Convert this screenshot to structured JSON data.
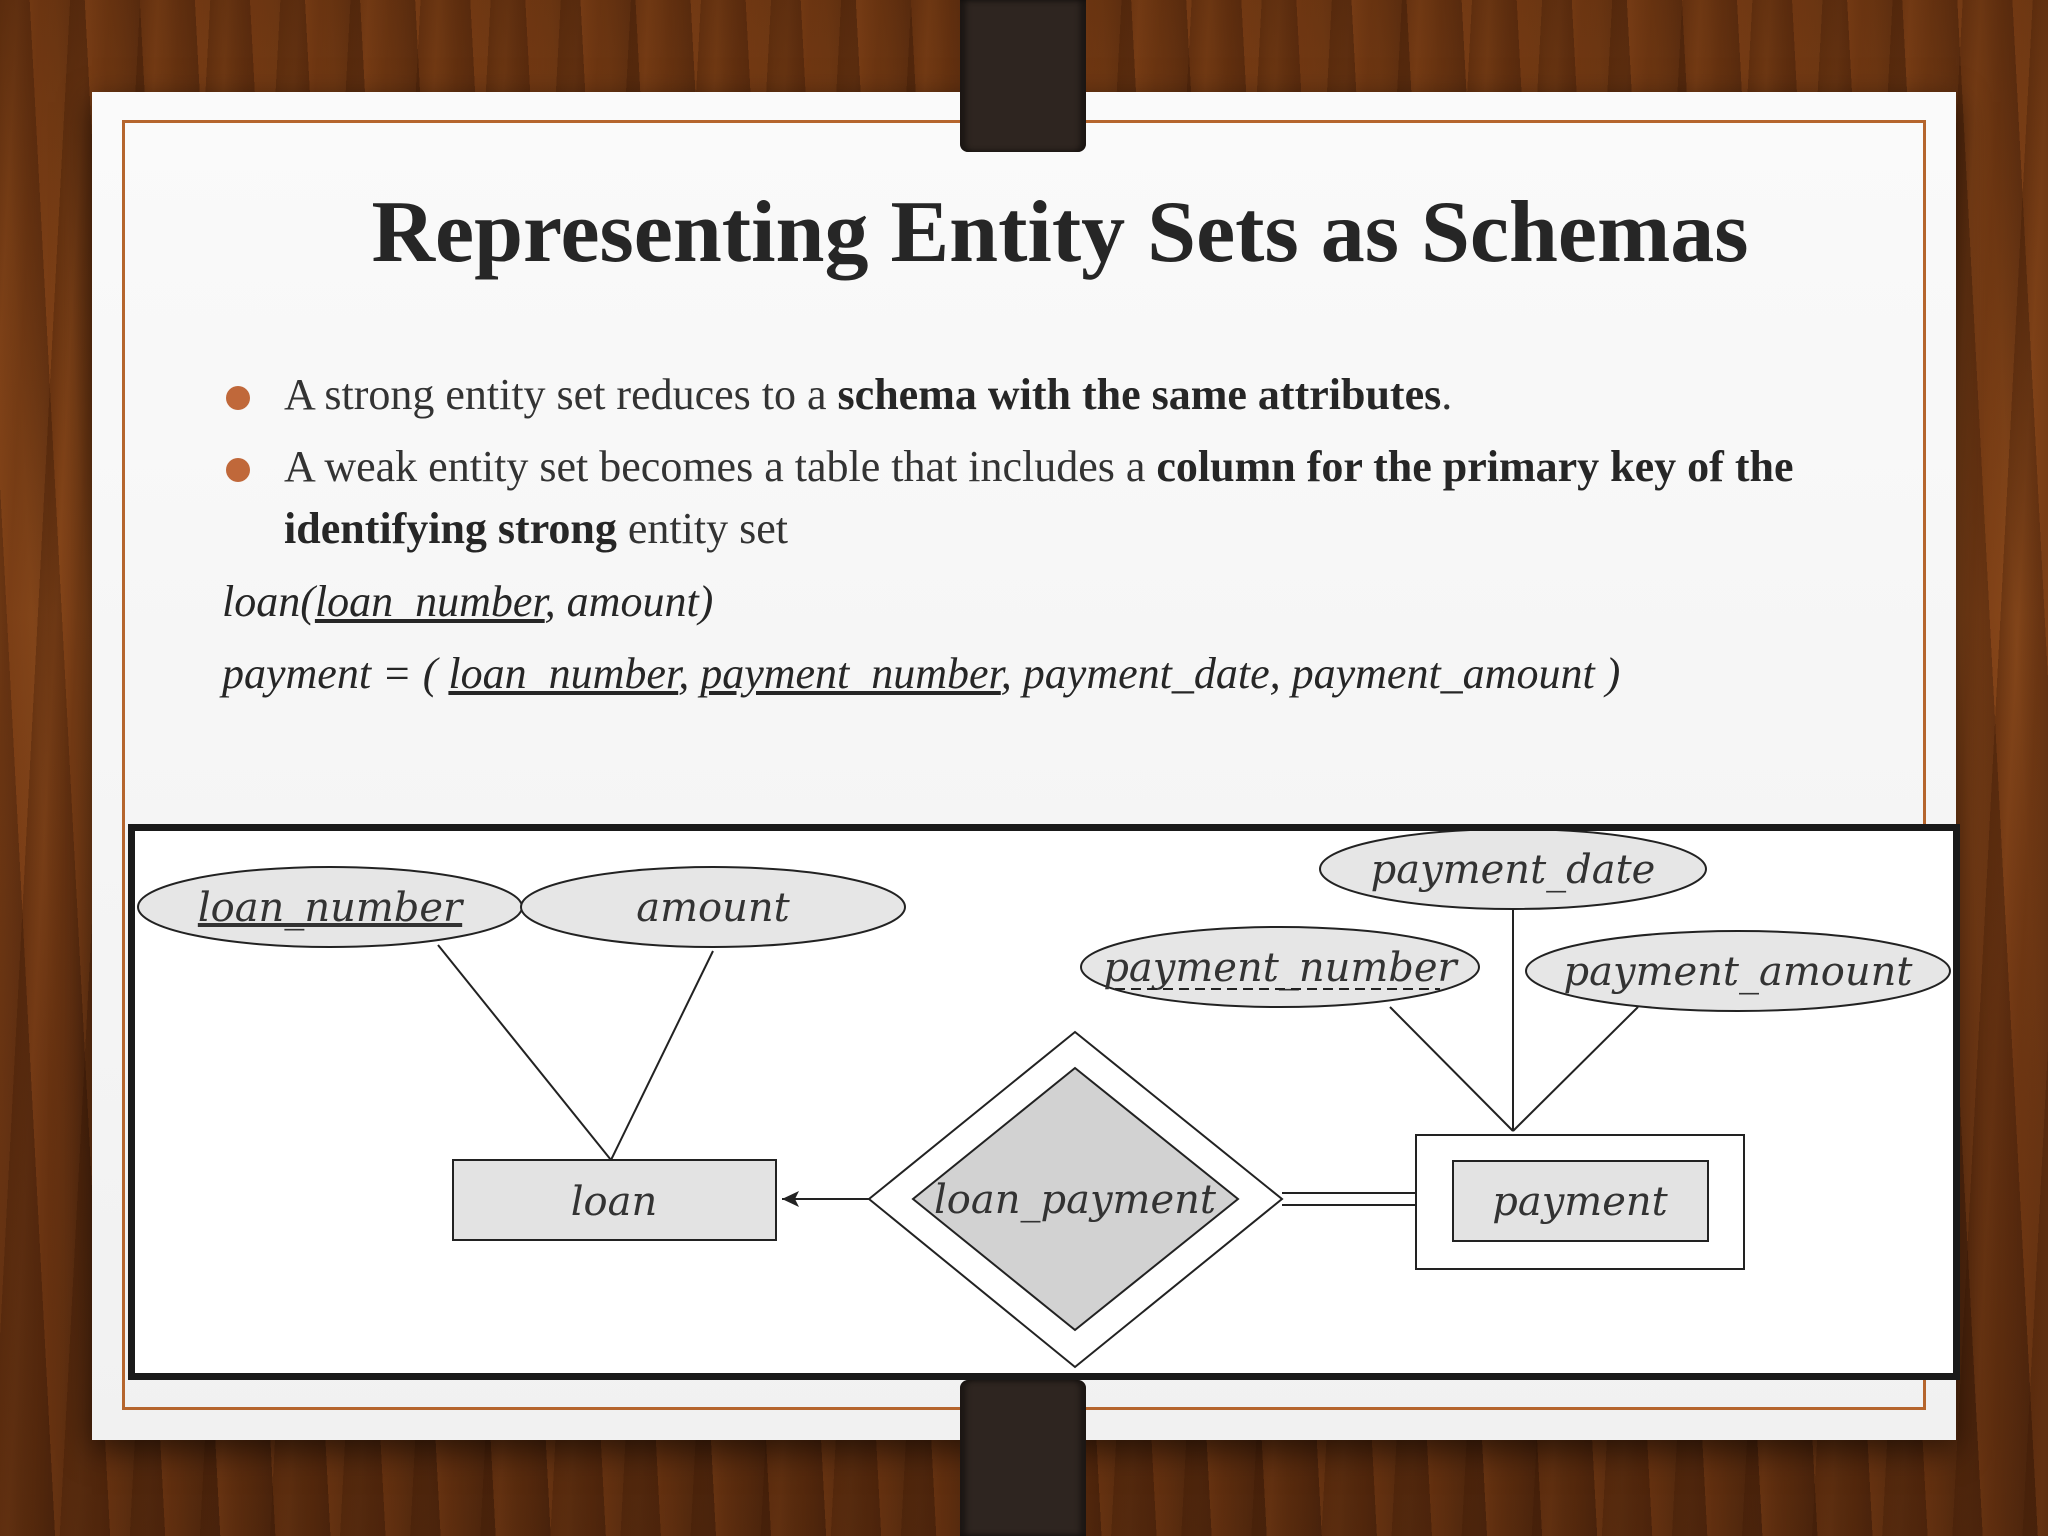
{
  "slide": {
    "title": "Representing Entity Sets as Schemas",
    "bullets": [
      {
        "pre": "A strong entity set reduces to a ",
        "bold": "schema with the same attributes",
        "post": "."
      },
      {
        "pre": "A weak entity set becomes a table that includes a ",
        "bold": "column for the primary key of  the identifying strong",
        "post": " entity set"
      }
    ],
    "schema_loan": {
      "name": "loan(",
      "key": "loan_number",
      "rest": ", amount)"
    },
    "schema_payment": {
      "name": "payment = ( ",
      "key1": "loan_number",
      "sep1": ", ",
      "key2": "payment_number",
      "rest": ", payment_date, payment_amount",
      "close": " )"
    }
  },
  "diagram": {
    "entities": {
      "loan": "loan",
      "payment": "payment"
    },
    "relationship": "loan_payment",
    "attributes": {
      "loan_number": "loan_number",
      "amount": "amount",
      "payment_date": "payment_date",
      "payment_number": "payment_number",
      "payment_amount": "payment_amount"
    }
  },
  "colors": {
    "accent": "#c0683a",
    "frame": "#b5652d",
    "entity_fill": "#e3e3e3",
    "relationship_fill": "#d2d2d2"
  }
}
